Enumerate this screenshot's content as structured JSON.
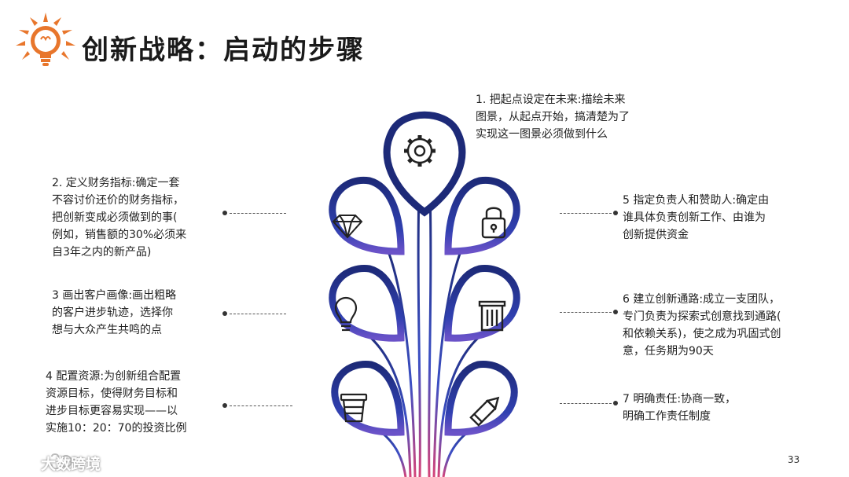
{
  "title": "创新战略：启动的步骤",
  "page_number": "33",
  "watermark": "大数跨境",
  "steps": {
    "s1": [
      "1. 把起点设定在未来:描绘未来",
      "图景，从起点开始，搞清楚为了",
      "实现这一图景必须做到什么"
    ],
    "s2": [
      "2. 定义财务指标:确定一套",
      "不容讨价还价的财务指标，",
      "把创新变成必须做到的事(",
      "例如，销售额的30%必须来",
      "自3年之内的新产品)"
    ],
    "s3": [
      "3 画出客户画像:画出粗略",
      "的客户进步轨迹，选择你",
      "想与大众产生共鸣的点"
    ],
    "s4": [
      "4 配置资源:为创新组合配置",
      "资源目标，使得财务目标和",
      "进步目标更容易实现——以",
      "实施10：20：70的投资比例"
    ],
    "s5": [
      "5 指定负责人和赞助人:确定由",
      "谁具体负责创新工作、由谁为",
      "创新提供资金"
    ],
    "s6": [
      "6 建立创新通路:成立一支团队，",
      "专门负责为探索式创意找到通路(",
      "和依赖关系)，使之成为巩固式创",
      "意，任务期为90天"
    ],
    "s7": [
      "7 明确责任:协商一致，",
      "明确工作责任制度"
    ]
  },
  "icons": {
    "top": "gear-icon",
    "left1": "diamond-icon",
    "left2": "lightbulb-icon",
    "left3": "coffee-cup-icon",
    "right1": "padlock-icon",
    "right2": "trash-can-icon",
    "right3": "pencil-icon"
  },
  "colors": {
    "dark_blue": "#1d2a78",
    "mid_blue": "#3b4fc4",
    "magenta": "#d6457a",
    "logo_orange": "#e8762c"
  }
}
